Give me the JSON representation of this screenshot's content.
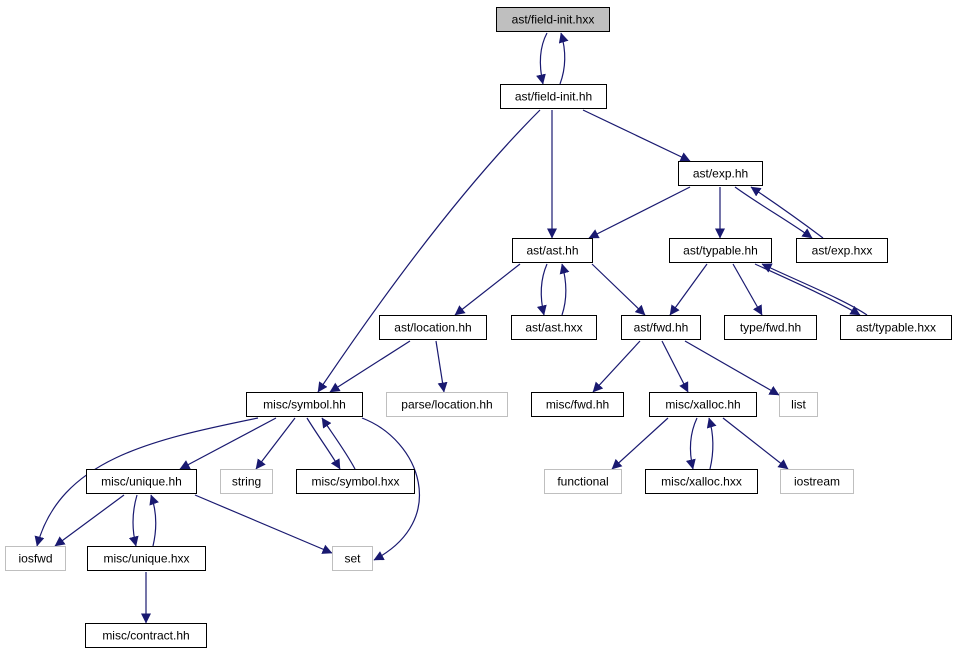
{
  "diagram": {
    "colors": {
      "edge": "#191970",
      "root_fill": "#bfbfbf",
      "system_border": "#bfbfbf",
      "normal_border": "#000000"
    },
    "nodes": [
      {
        "id": "field_init_hxx",
        "label": "ast/field-init.hxx",
        "kind": "root"
      },
      {
        "id": "field_init_hh",
        "label": "ast/field-init.hh",
        "kind": "normal"
      },
      {
        "id": "exp_hh",
        "label": "ast/exp.hh",
        "kind": "normal"
      },
      {
        "id": "ast_hh",
        "label": "ast/ast.hh",
        "kind": "normal"
      },
      {
        "id": "typable_hh",
        "label": "ast/typable.hh",
        "kind": "normal"
      },
      {
        "id": "exp_hxx",
        "label": "ast/exp.hxx",
        "kind": "normal"
      },
      {
        "id": "location_hh",
        "label": "ast/location.hh",
        "kind": "normal"
      },
      {
        "id": "ast_hxx",
        "label": "ast/ast.hxx",
        "kind": "normal"
      },
      {
        "id": "fwd_hh",
        "label": "ast/fwd.hh",
        "kind": "normal"
      },
      {
        "id": "type_fwd_hh",
        "label": "type/fwd.hh",
        "kind": "normal"
      },
      {
        "id": "typable_hxx",
        "label": "ast/typable.hxx",
        "kind": "normal"
      },
      {
        "id": "symbol_hh",
        "label": "misc/symbol.hh",
        "kind": "normal"
      },
      {
        "id": "parse_location_hh",
        "label": "parse/location.hh",
        "kind": "system"
      },
      {
        "id": "misc_fwd_hh",
        "label": "misc/fwd.hh",
        "kind": "normal"
      },
      {
        "id": "xalloc_hh",
        "label": "misc/xalloc.hh",
        "kind": "normal"
      },
      {
        "id": "list",
        "label": "list",
        "kind": "system"
      },
      {
        "id": "unique_hh",
        "label": "misc/unique.hh",
        "kind": "normal"
      },
      {
        "id": "string",
        "label": "string",
        "kind": "system"
      },
      {
        "id": "symbol_hxx",
        "label": "misc/symbol.hxx",
        "kind": "normal"
      },
      {
        "id": "functional",
        "label": "functional",
        "kind": "system"
      },
      {
        "id": "xalloc_hxx",
        "label": "misc/xalloc.hxx",
        "kind": "normal"
      },
      {
        "id": "iostream",
        "label": "iostream",
        "kind": "system"
      },
      {
        "id": "iosfwd",
        "label": "iosfwd",
        "kind": "system"
      },
      {
        "id": "unique_hxx",
        "label": "misc/unique.hxx",
        "kind": "normal"
      },
      {
        "id": "set",
        "label": "set",
        "kind": "system"
      },
      {
        "id": "contract_hh",
        "label": "misc/contract.hh",
        "kind": "normal"
      }
    ],
    "edges": [
      {
        "from": "field_init_hxx",
        "to": "field_init_hh"
      },
      {
        "from": "field_init_hh",
        "to": "field_init_hxx"
      },
      {
        "from": "field_init_hh",
        "to": "symbol_hh"
      },
      {
        "from": "field_init_hh",
        "to": "ast_hh"
      },
      {
        "from": "field_init_hh",
        "to": "exp_hh"
      },
      {
        "from": "exp_hh",
        "to": "ast_hh"
      },
      {
        "from": "exp_hh",
        "to": "typable_hh"
      },
      {
        "from": "exp_hh",
        "to": "exp_hxx"
      },
      {
        "from": "exp_hxx",
        "to": "exp_hh"
      },
      {
        "from": "ast_hh",
        "to": "location_hh"
      },
      {
        "from": "ast_hh",
        "to": "ast_hxx"
      },
      {
        "from": "ast_hxx",
        "to": "ast_hh"
      },
      {
        "from": "ast_hh",
        "to": "fwd_hh"
      },
      {
        "from": "typable_hh",
        "to": "fwd_hh"
      },
      {
        "from": "typable_hh",
        "to": "type_fwd_hh"
      },
      {
        "from": "typable_hh",
        "to": "typable_hxx"
      },
      {
        "from": "typable_hxx",
        "to": "typable_hh"
      },
      {
        "from": "location_hh",
        "to": "symbol_hh"
      },
      {
        "from": "location_hh",
        "to": "parse_location_hh"
      },
      {
        "from": "fwd_hh",
        "to": "misc_fwd_hh"
      },
      {
        "from": "fwd_hh",
        "to": "xalloc_hh"
      },
      {
        "from": "fwd_hh",
        "to": "list"
      },
      {
        "from": "symbol_hh",
        "to": "iosfwd"
      },
      {
        "from": "symbol_hh",
        "to": "unique_hh"
      },
      {
        "from": "symbol_hh",
        "to": "string"
      },
      {
        "from": "symbol_hh",
        "to": "symbol_hxx"
      },
      {
        "from": "symbol_hxx",
        "to": "symbol_hh"
      },
      {
        "from": "symbol_hh",
        "to": "set"
      },
      {
        "from": "xalloc_hh",
        "to": "functional"
      },
      {
        "from": "xalloc_hh",
        "to": "xalloc_hxx"
      },
      {
        "from": "xalloc_hxx",
        "to": "xalloc_hh"
      },
      {
        "from": "xalloc_hh",
        "to": "iostream"
      },
      {
        "from": "unique_hh",
        "to": "iosfwd"
      },
      {
        "from": "unique_hh",
        "to": "unique_hxx"
      },
      {
        "from": "unique_hxx",
        "to": "unique_hh"
      },
      {
        "from": "unique_hh",
        "to": "set"
      },
      {
        "from": "unique_hxx",
        "to": "contract_hh"
      }
    ]
  }
}
